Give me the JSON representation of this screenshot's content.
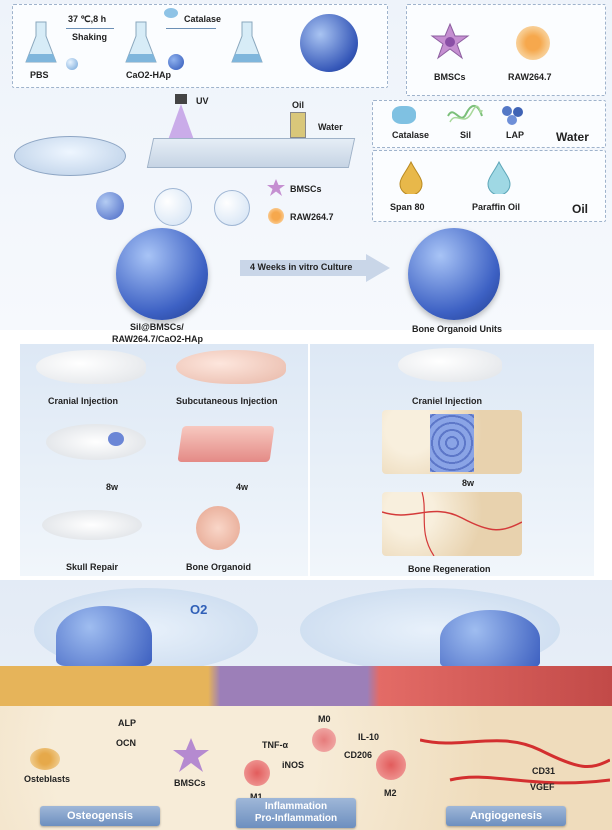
{
  "top": {
    "condition_temp": "37 ℃,8 h",
    "condition_shake": "Shaking",
    "pbs": "PBS",
    "cao2_hap": "CaO2-HAp",
    "catalase_top": "Catalase",
    "uv": "UV"
  },
  "cells_box": {
    "bmscs": "BMSCs",
    "raw": "RAW264.7"
  },
  "water_box": {
    "catalase": "Catalase",
    "sil": "Sil",
    "lap": "LAP",
    "title": "Water"
  },
  "oil_box": {
    "span": "Span 80",
    "paraffin": "Paraffin Oil",
    "title": "Oil"
  },
  "device": {
    "oil": "Oil",
    "water": "Water"
  },
  "mid_cells": {
    "bmscs": "BMSCs",
    "raw": "RAW264.7"
  },
  "spheres": {
    "left_label_1": "Sil@BMSCs/",
    "left_label_2": "RAW264.7/CaO2-HAp",
    "culture_arrow": "4 Weeks in vitro Culture",
    "right_label": "Bone Organoid Units"
  },
  "left_panel": {
    "cranial": "Cranial Injection",
    "subcut": "Subcutaneous Injection",
    "w8": "8w",
    "w4": "4w",
    "skull": "Skull Repair",
    "organoid": "Bone Organoid"
  },
  "right_panel": {
    "cranial": "Craniel Injection",
    "w8": "8w",
    "regen": "Bone Regeneration"
  },
  "bottom": {
    "o2": "O2",
    "alp": "ALP",
    "ocn": "OCN",
    "osteoblasts": "Osteblasts",
    "bmscs": "BMSCs",
    "m0": "M0",
    "tnf": "TNF-α",
    "inos": "iNOS",
    "il10": "IL-10",
    "cd206": "CD206",
    "m1": "M1",
    "m2": "M2",
    "cd31": "CD31",
    "vegf": "VGEF",
    "osteogenesis": "Osteogensis",
    "inflammation": "Inflammation",
    "proinflammation": "Pro-Inflammation",
    "angiogenesis": "Angiogenesis"
  }
}
